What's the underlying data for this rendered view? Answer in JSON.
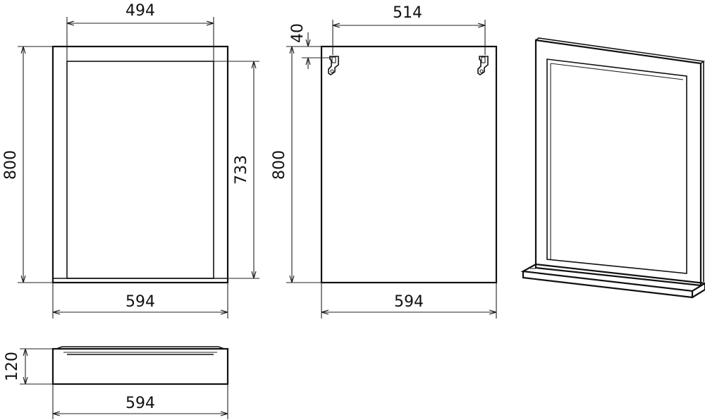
{
  "front_view": {
    "inner_width": "494",
    "overall_height": "800",
    "inner_height": "733",
    "overall_width": "594"
  },
  "back_view": {
    "hanger_distance": "514",
    "hanger_offset": "40",
    "overall_height": "800",
    "overall_width": "594"
  },
  "top_view": {
    "depth": "120",
    "width": "594"
  }
}
